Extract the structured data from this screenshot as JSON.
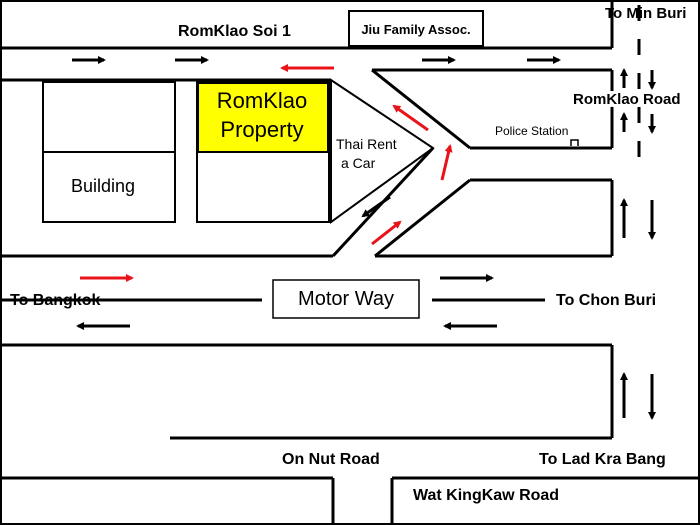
{
  "map": {
    "labels": {
      "romklao_soi_1": "RomKlao Soi 1",
      "jiu_family": "Jiu Family Assoc.",
      "to_min_buri": "To Min Buri",
      "romklao_road": "RomKlao Road",
      "police_station": "Police Station",
      "romklao_property_line1": "RomKlao",
      "romklao_property_line2": "Property",
      "thai_rent_line1": "Thai Rent",
      "thai_rent_line2": "a Car",
      "building": "Building",
      "to_bangkok": "To Bangkok",
      "motor_way": "Motor Way",
      "to_chon_buri": "To Chon Buri",
      "on_nut_road": "On Nut Road",
      "to_lad_kra_bang": "To Lad Kra Bang",
      "wat_kingkaw_road": "Wat KingKaw Road"
    },
    "colors": {
      "road_line": "#000000",
      "highlight": "#ffff00",
      "arrow_red": "#e8141a",
      "arrow_black": "#000000",
      "background": "#ffffff"
    }
  }
}
